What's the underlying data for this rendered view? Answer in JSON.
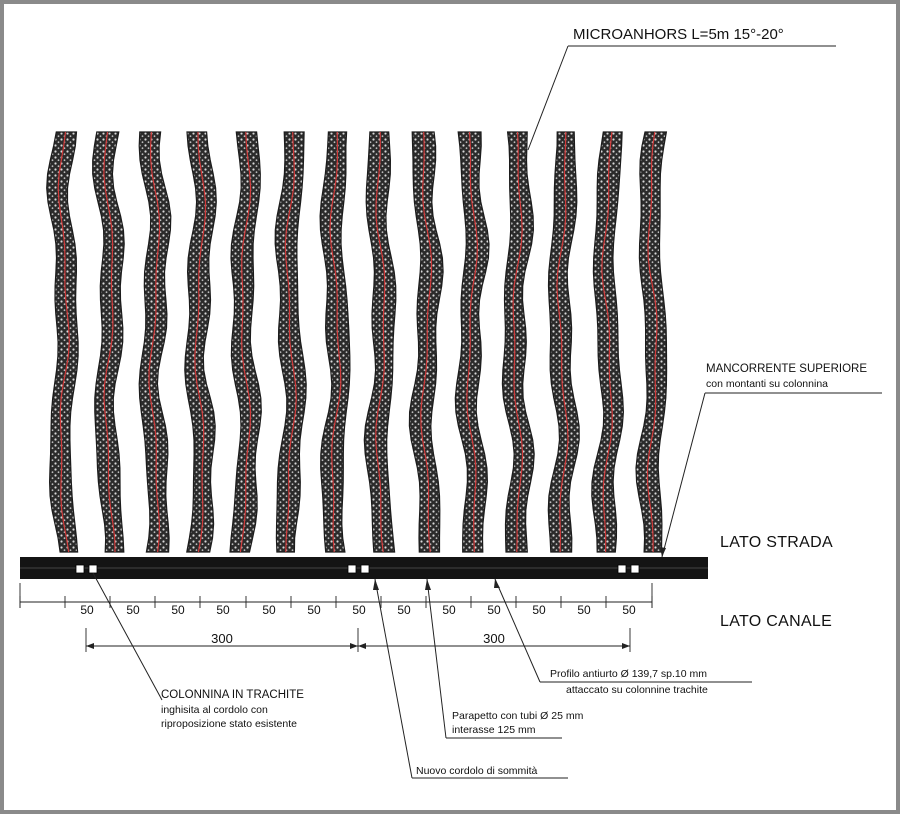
{
  "title": {
    "anchors": "MICROANHORS L=5m 15°-20°"
  },
  "side_labels": {
    "road": "LATO STRADA",
    "canal": "LATO CANALE"
  },
  "annotations": {
    "handrail_line1": "MANCORRENTE SUPERIORE",
    "handrail_line2": "con montanti su colonnina",
    "column_line1": "COLONNINA IN TRACHITE",
    "column_line2": "inghisita al cordolo con",
    "column_line3": "riproposizione stato esistente",
    "profile_line1": "Profilo antiurto Ø 139,7 sp.10 mm",
    "profile_line2": "attaccato su colonnine trachite",
    "parapet_line1": "Parapetto con tubi Ø 25 mm",
    "parapet_line2": "interasse 125 mm",
    "curb": "Nuovo cordolo di sommità"
  },
  "dimensions": {
    "small": [
      "50",
      "50",
      "50",
      "50",
      "50",
      "50",
      "50",
      "50",
      "50",
      "50",
      "50",
      "50",
      "50"
    ],
    "large": [
      "300",
      "300"
    ]
  },
  "anchor_count": 14,
  "colors": {
    "frame": "#8a8a8a",
    "anchor_fill": "#3a3a3a",
    "anchor_core": "#d23a3a",
    "beam": "#141414"
  }
}
